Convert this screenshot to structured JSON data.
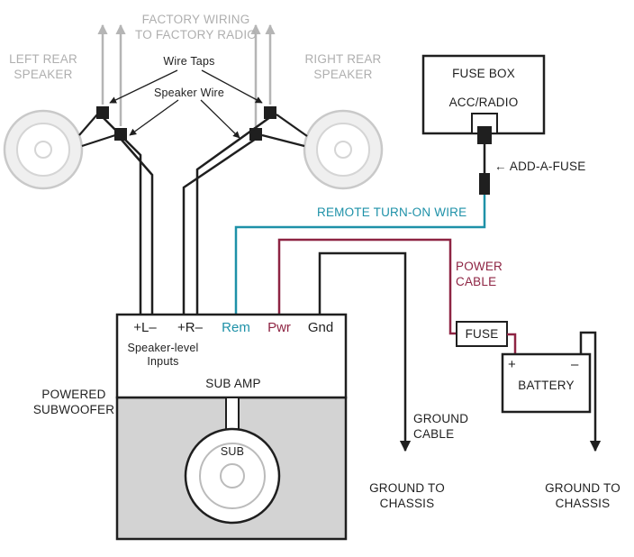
{
  "colors": {
    "remote": "#1E91A8",
    "power": "#8E2443",
    "factory_gray": "#AFAFAF",
    "ink": "#1F1F1F"
  },
  "factory": {
    "heading": "FACTORY WIRING\nTO FACTORY RADIO",
    "left_speaker": "LEFT REAR\nSPEAKER",
    "right_speaker": "RIGHT REAR\nSPEAKER",
    "wire_taps": "Wire Taps",
    "speaker_wire": "Speaker Wire"
  },
  "fuse_box": {
    "title": "FUSE BOX",
    "circuit": "ACC/RADIO",
    "add_a_fuse": "← ADD-A-FUSE"
  },
  "remote": {
    "label": "REMOTE TURN-ON WIRE"
  },
  "power": {
    "label": "POWER\nCABLE",
    "fuse": "FUSE"
  },
  "battery": {
    "label": "BATTERY",
    "positive": "+",
    "negative": "–",
    "ground": "GROUND TO\nCHASSIS"
  },
  "ground": {
    "cable": "GROUND\nCABLE",
    "chassis": "GROUND TO\nCHASSIS"
  },
  "amp": {
    "terminals": [
      {
        "label": "+L–"
      },
      {
        "label": "+R–"
      },
      {
        "label": "Rem"
      },
      {
        "label": "Pwr"
      },
      {
        "label": "Gnd"
      }
    ],
    "inputs": "Speaker-level\nInputs",
    "title": "SUB AMP",
    "enclosure": "POWERED\nSUBWOOFER",
    "cone": "SUB"
  }
}
